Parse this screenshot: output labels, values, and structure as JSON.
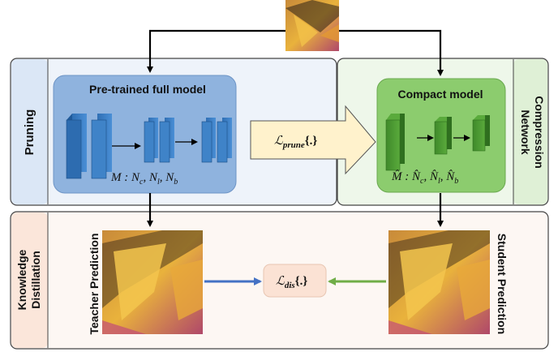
{
  "pruning_section": {
    "side_label": "Pruning",
    "full_model": {
      "title": "Pre-trained full model",
      "params_prefix": "M : N",
      "sub_c": "c",
      "sub_l": "l",
      "sub_b": "b",
      "sep": ", N"
    },
    "prune_loss": {
      "symbol": "ℒ",
      "subscript": "prune",
      "args": "{.}"
    },
    "compact_model": {
      "title": "Compact model",
      "params_prefix": "M̂ : N̂",
      "sub_c": "c",
      "sub_l": "l",
      "sub_b": "b",
      "sep": ", N̂"
    },
    "network_compression_line1": "Network",
    "network_compression_line2": "Compression"
  },
  "distillation_section": {
    "side_label_line1": "Knowledge",
    "side_label_line2": "Distillation",
    "teacher_label": "Teacher Prediction",
    "student_label": "Student Prediction",
    "dis_loss": {
      "symbol": "ℒ",
      "subscript": "dis",
      "args": "{.}"
    }
  },
  "colors": {
    "pruning_bg": "#eef3fa",
    "pruning_label_bg": "#dbe7f6",
    "compression_bg": "#eef7ea",
    "compression_label_bg": "#dff0d6",
    "distill_bg": "#fdf7f3",
    "distill_label_bg": "#fbe6da",
    "full_model_fill": "#8fb3de",
    "compact_model_fill": "#8ccc6e",
    "prune_arrow_fill": "#fff2cc",
    "dis_box_fill": "#fbe2d4",
    "blue_arrow": "#4472c4",
    "green_arrow": "#70ad47"
  }
}
